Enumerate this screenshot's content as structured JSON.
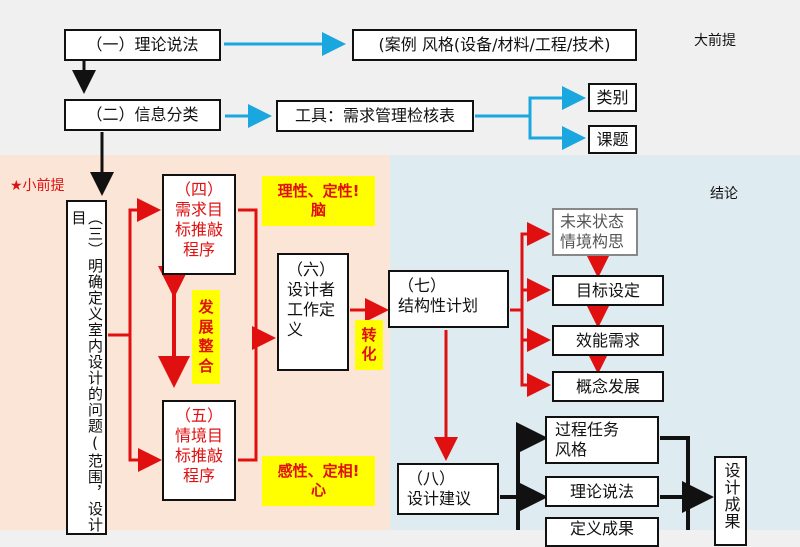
{
  "labels": {
    "big_premise": "大前提",
    "small_premise": "★小前提",
    "conclusion": "结论"
  },
  "nodes": {
    "step1": "（一）理论说法",
    "cases": "(案例 风格(设备/材料/工程/技术)",
    "step2": "（二）信息分类",
    "tool": "工具：需求管理检核表",
    "category": "类别",
    "topic": "课题",
    "step3": "（三）明确定义室内设计的问题(范围，设计目",
    "step4_head": "（四）",
    "step4_body": "需求目\n标推敲\n程序",
    "step5_head": "（五）",
    "step5_body": "情境目\n标推敲\n程序",
    "develop": "发\n展\n整\n合",
    "step6": "（六）\n设计者\n工作定\n义",
    "rational": "理性、定性!\n脑",
    "sensory": "感性、定相!\n心",
    "transform": "转\n化",
    "step7": "（七）\n结构性计划",
    "future_state": "未来状态\n情境构思",
    "goal_setting": "目标设定",
    "performance": "效能需求",
    "concept_dev": "概念发展",
    "step8": "（八）\n设计建议",
    "process_style": "过程任务\n风格",
    "theory2": "理论说法",
    "define_result": "定义成果",
    "design_result": "设计成果"
  },
  "colors": {
    "blue_arrow": "#1aa7e0",
    "red_arrow": "#e01010",
    "black_arrow": "#111111",
    "highlight": "#ffff00",
    "left_bg": "#fbe5d6",
    "right_bg": "#deebf1"
  }
}
